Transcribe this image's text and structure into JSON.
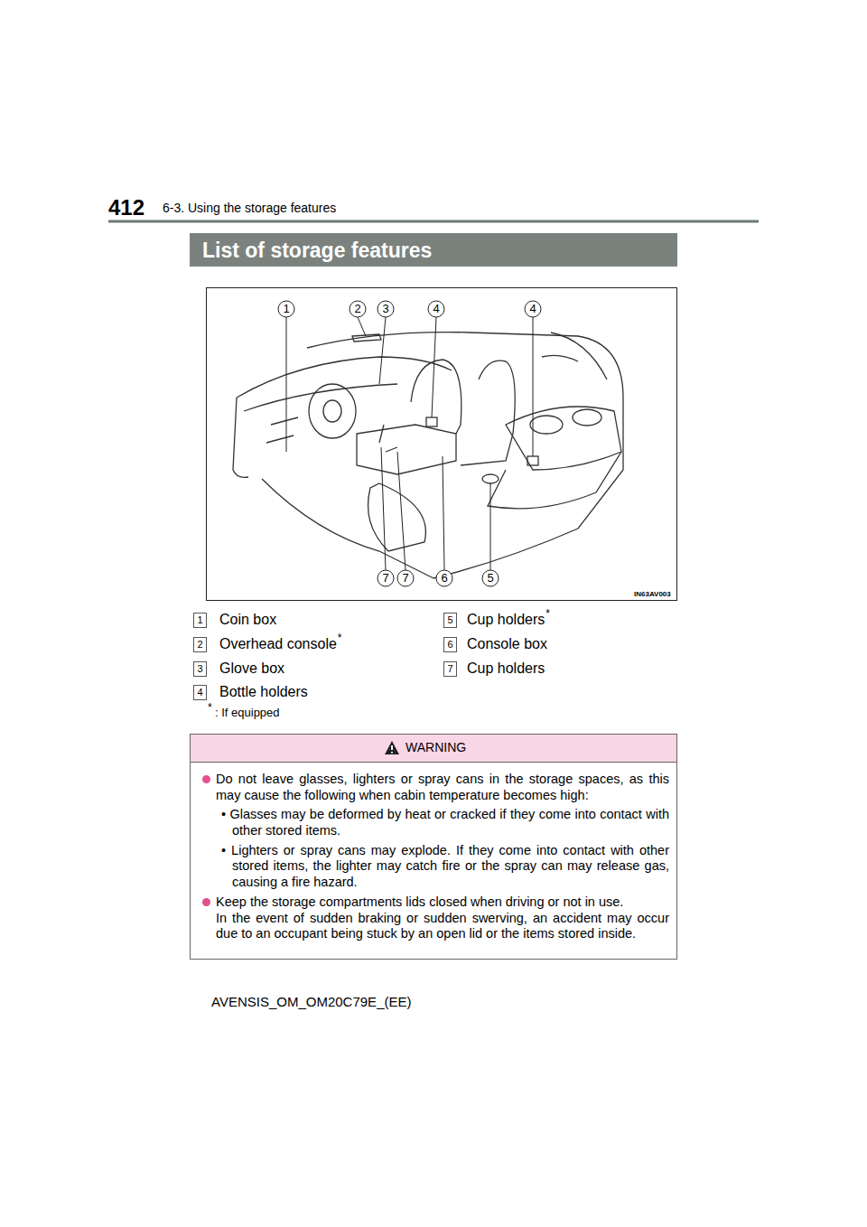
{
  "diagram": {
    "title": "List of storage features",
    "nodes": [
      {
        "text": [
          "WARNING",
          "Do not leave glasses, lighters or spray cans in the storage spaces, as this may cause the following when cabin temperature becomes high:",
          "• Glasses may be deformed by heat or cracked if they come into contact with other stored items.",
          "• Lighters or spray cans may explode. If they come into contact with other stored items, the lighter may catch fire or the spray can may release gas, causing a fire hazard.",
          "Keep the storage compartments lids closed when driving or not in use.",
          "In the event of sudden braking or sudden swerving, an accident may occur due to an occupant being stuck by an open lid or the items stored inside."
        ]
      }
    ],
    "labels": [
      "412",
      "6-3. Using the storage features",
      "1",
      "2",
      "3",
      "4",
      "4",
      "7",
      "7",
      "6",
      "5",
      "IN63AV003",
      "1",
      "Coin box",
      "2",
      "Overhead console",
      "*",
      "3",
      "Glove box",
      "4",
      "Bottle holders",
      "5",
      "Cup holders",
      "*",
      "6",
      "Console box",
      "7",
      "Cup holders",
      "*",
      ": If equipped",
      "AVENSIS_OM_OM20C79E_(EE)"
    ]
  }
}
